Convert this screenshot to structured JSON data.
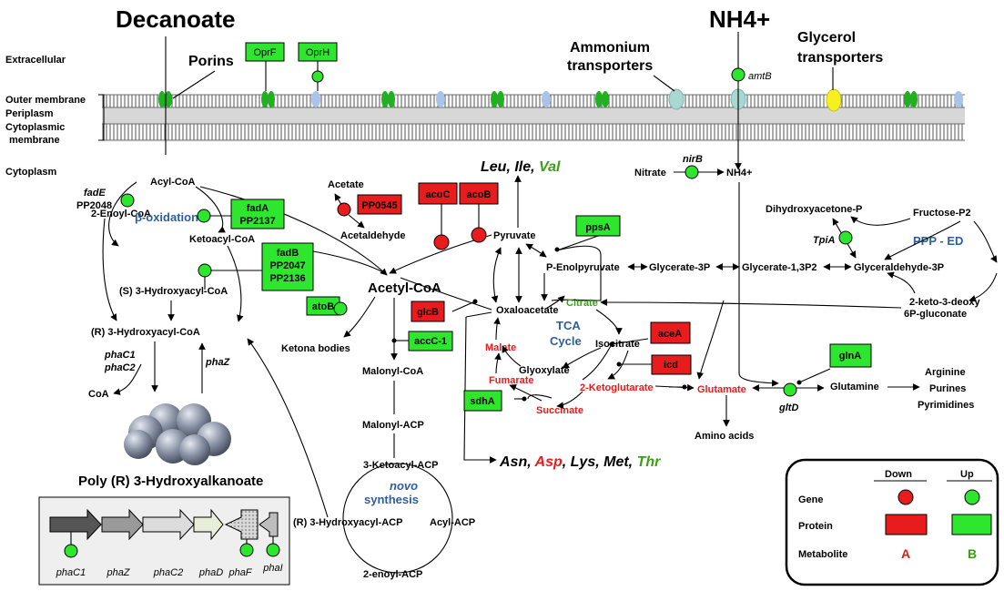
{
  "compartments": {
    "extracellular": "Extracellular",
    "outer_membrane": "Outer membrane",
    "periplasm": "Periplasm",
    "cytoplasmic_membrane_1": "Cytoplasmic",
    "cytoplasmic_membrane_2": "membrane",
    "cytoplasm": "Cytoplasm"
  },
  "headlines": {
    "decanoate": "Decanoate",
    "nh4_top": "NH4+",
    "porins": "Porins",
    "ammonium_1": "Ammonium",
    "ammonium_2": "transporters",
    "glycerol_1": "Glycerol",
    "glycerol_2": "transporters"
  },
  "genes_green": {
    "oprF": "OprF",
    "oprH": "OprH",
    "fadA_1": "fadA",
    "fadA_2": "PP2137",
    "fadB_1": "fadB",
    "fadB_2": "PP2047",
    "fadB_3": "PP2136",
    "atoB": "atoB",
    "accC": "accC-1",
    "ppsA": "ppsA",
    "sdhA": "sdhA",
    "glnA": "glnA"
  },
  "genes_red": {
    "pp0545": "PP0545",
    "acoC": "acoC",
    "acoB": "acoB",
    "glcB": "glcB",
    "aceA": "aceA",
    "icd": "icd"
  },
  "gene_labels": {
    "fadE": "fadE",
    "pp2048": "PP2048",
    "amtB": "amtB",
    "nirB": "nirB",
    "tpiA": "TpiA",
    "gltD": "gltD",
    "phaC1": "phaC1",
    "phaC2": "phaC2",
    "phaZ": "phaZ"
  },
  "pathways": {
    "beta_oxidation": "β-oxidation",
    "tca_1": "TCA",
    "tca_2": "Cycle",
    "ppp": "PPP - ED",
    "novo_1": "novo",
    "novo_2": "synthesis",
    "pha": "Poly (R) 3-Hydroxyalkanoate"
  },
  "metabolites": {
    "acyl_coa": "Acyl-CoA",
    "enoyl_coa": "2-Enoyl-CoA",
    "ketoacyl_coa": "Ketoacyl-CoA",
    "s_hydroxyacyl": "(S) 3-Hydroxyacyl-CoA",
    "r_hydroxyacyl": "(R) 3-Hydroxyacyl-CoA",
    "coa": "CoA",
    "acetate": "Acetate",
    "acetaldehyde": "Acetaldehyde",
    "acetyl_coa": "Acetyl-CoA",
    "ketone": "Ketona bodies",
    "malonyl_coa": "Malonyl-CoA",
    "malonyl_acp": "Malonyl-ACP",
    "ketoacyl_acp": "3-Ketoacyl-ACP",
    "r_hydroxyacyl_acp": "(R) 3-Hydroxyacyl-ACP",
    "acyl_acp": "Acyl-ACP",
    "enoyl_acp": "2-enoyl-ACP",
    "pyruvate": "Pyruvate",
    "pep": "P-Enolpyruvate",
    "glycerate3p": "Glycerate-3P",
    "glycerate13p2": "Glycerate-1,3P2",
    "glyceraldehyde3p": "Glyceraldehyde-3P",
    "dhap": "Dihydroxyacetone-P",
    "fructose": "Fructose-P2",
    "kdpg_1": "2-keto-3-deoxy",
    "kdpg_2": "6P-gluconate",
    "oxaloacetate": "Oxaloacetate",
    "citrate": "Citrate",
    "isocitrate": "Isocitrate",
    "glyoxylate": "Glyoxylate",
    "malate": "Malate",
    "fumarate": "Fumarate",
    "succinate": "Succinate",
    "ketoglutarate": "2-Ketoglutarate",
    "glutamate": "Glutamate",
    "glutamine": "Glutamine",
    "amino_acids": "Amino acids",
    "arginine": "Arginine",
    "purines": "Purines",
    "pyrimidines": "Pyrimidines",
    "nitrate": "Nitrate",
    "nh4_cyto": "NH4+"
  },
  "amino_top": {
    "a": "Leu, Ile, ",
    "b": "Val"
  },
  "amino_bottom": {
    "a": "Asn, ",
    "b": "Asp",
    "c": ", Lys, Met, ",
    "d": "Thr"
  },
  "operon": {
    "g1": "phaC1",
    "g2": "phaZ",
    "g3": "phaC2",
    "g4": "phaD",
    "g5": "phaF",
    "g6": "phaI"
  },
  "legend": {
    "down": "Down",
    "up": "Up",
    "gene": "Gene",
    "protein": "Protein",
    "metabolite": "Metabolite",
    "met_down": "A",
    "met_up": "B"
  },
  "colors": {
    "up": "#2ee62e",
    "down": "#e81c1c",
    "pathway_blue": "#2e5e9e",
    "met_red": "#e51c1c",
    "met_green": "#3a9e18"
  }
}
